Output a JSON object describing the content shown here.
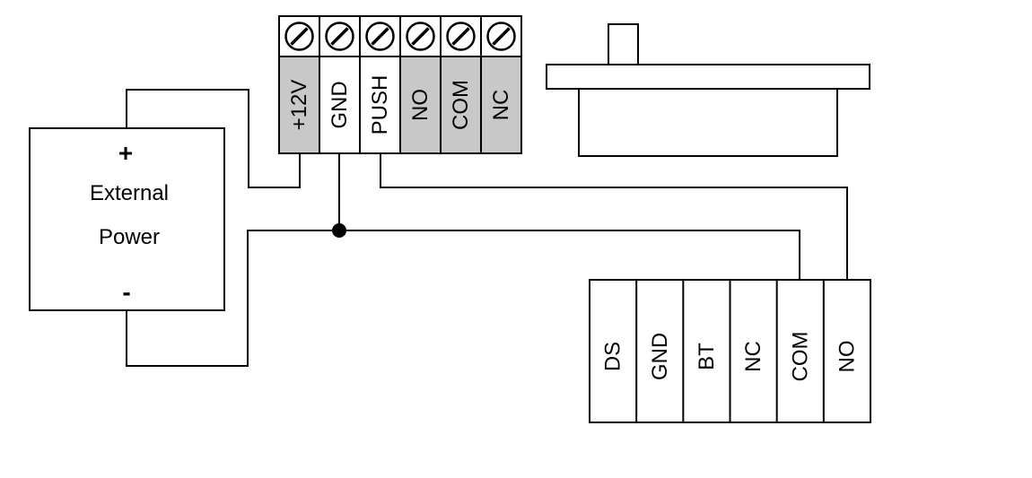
{
  "power_supply": {
    "plus": "+",
    "line1": "External",
    "line2": "Power",
    "minus": "-"
  },
  "button_terminals": [
    "+12V",
    "GND",
    "PUSH",
    "NO",
    "COM",
    "NC"
  ],
  "lock_terminals": [
    "DS",
    "GND",
    "BT",
    "NC",
    "COM",
    "NO"
  ],
  "colors": {
    "line": "#000000",
    "terminal_shaded": "#c8c8c8",
    "terminal_plain": "#ffffff"
  }
}
